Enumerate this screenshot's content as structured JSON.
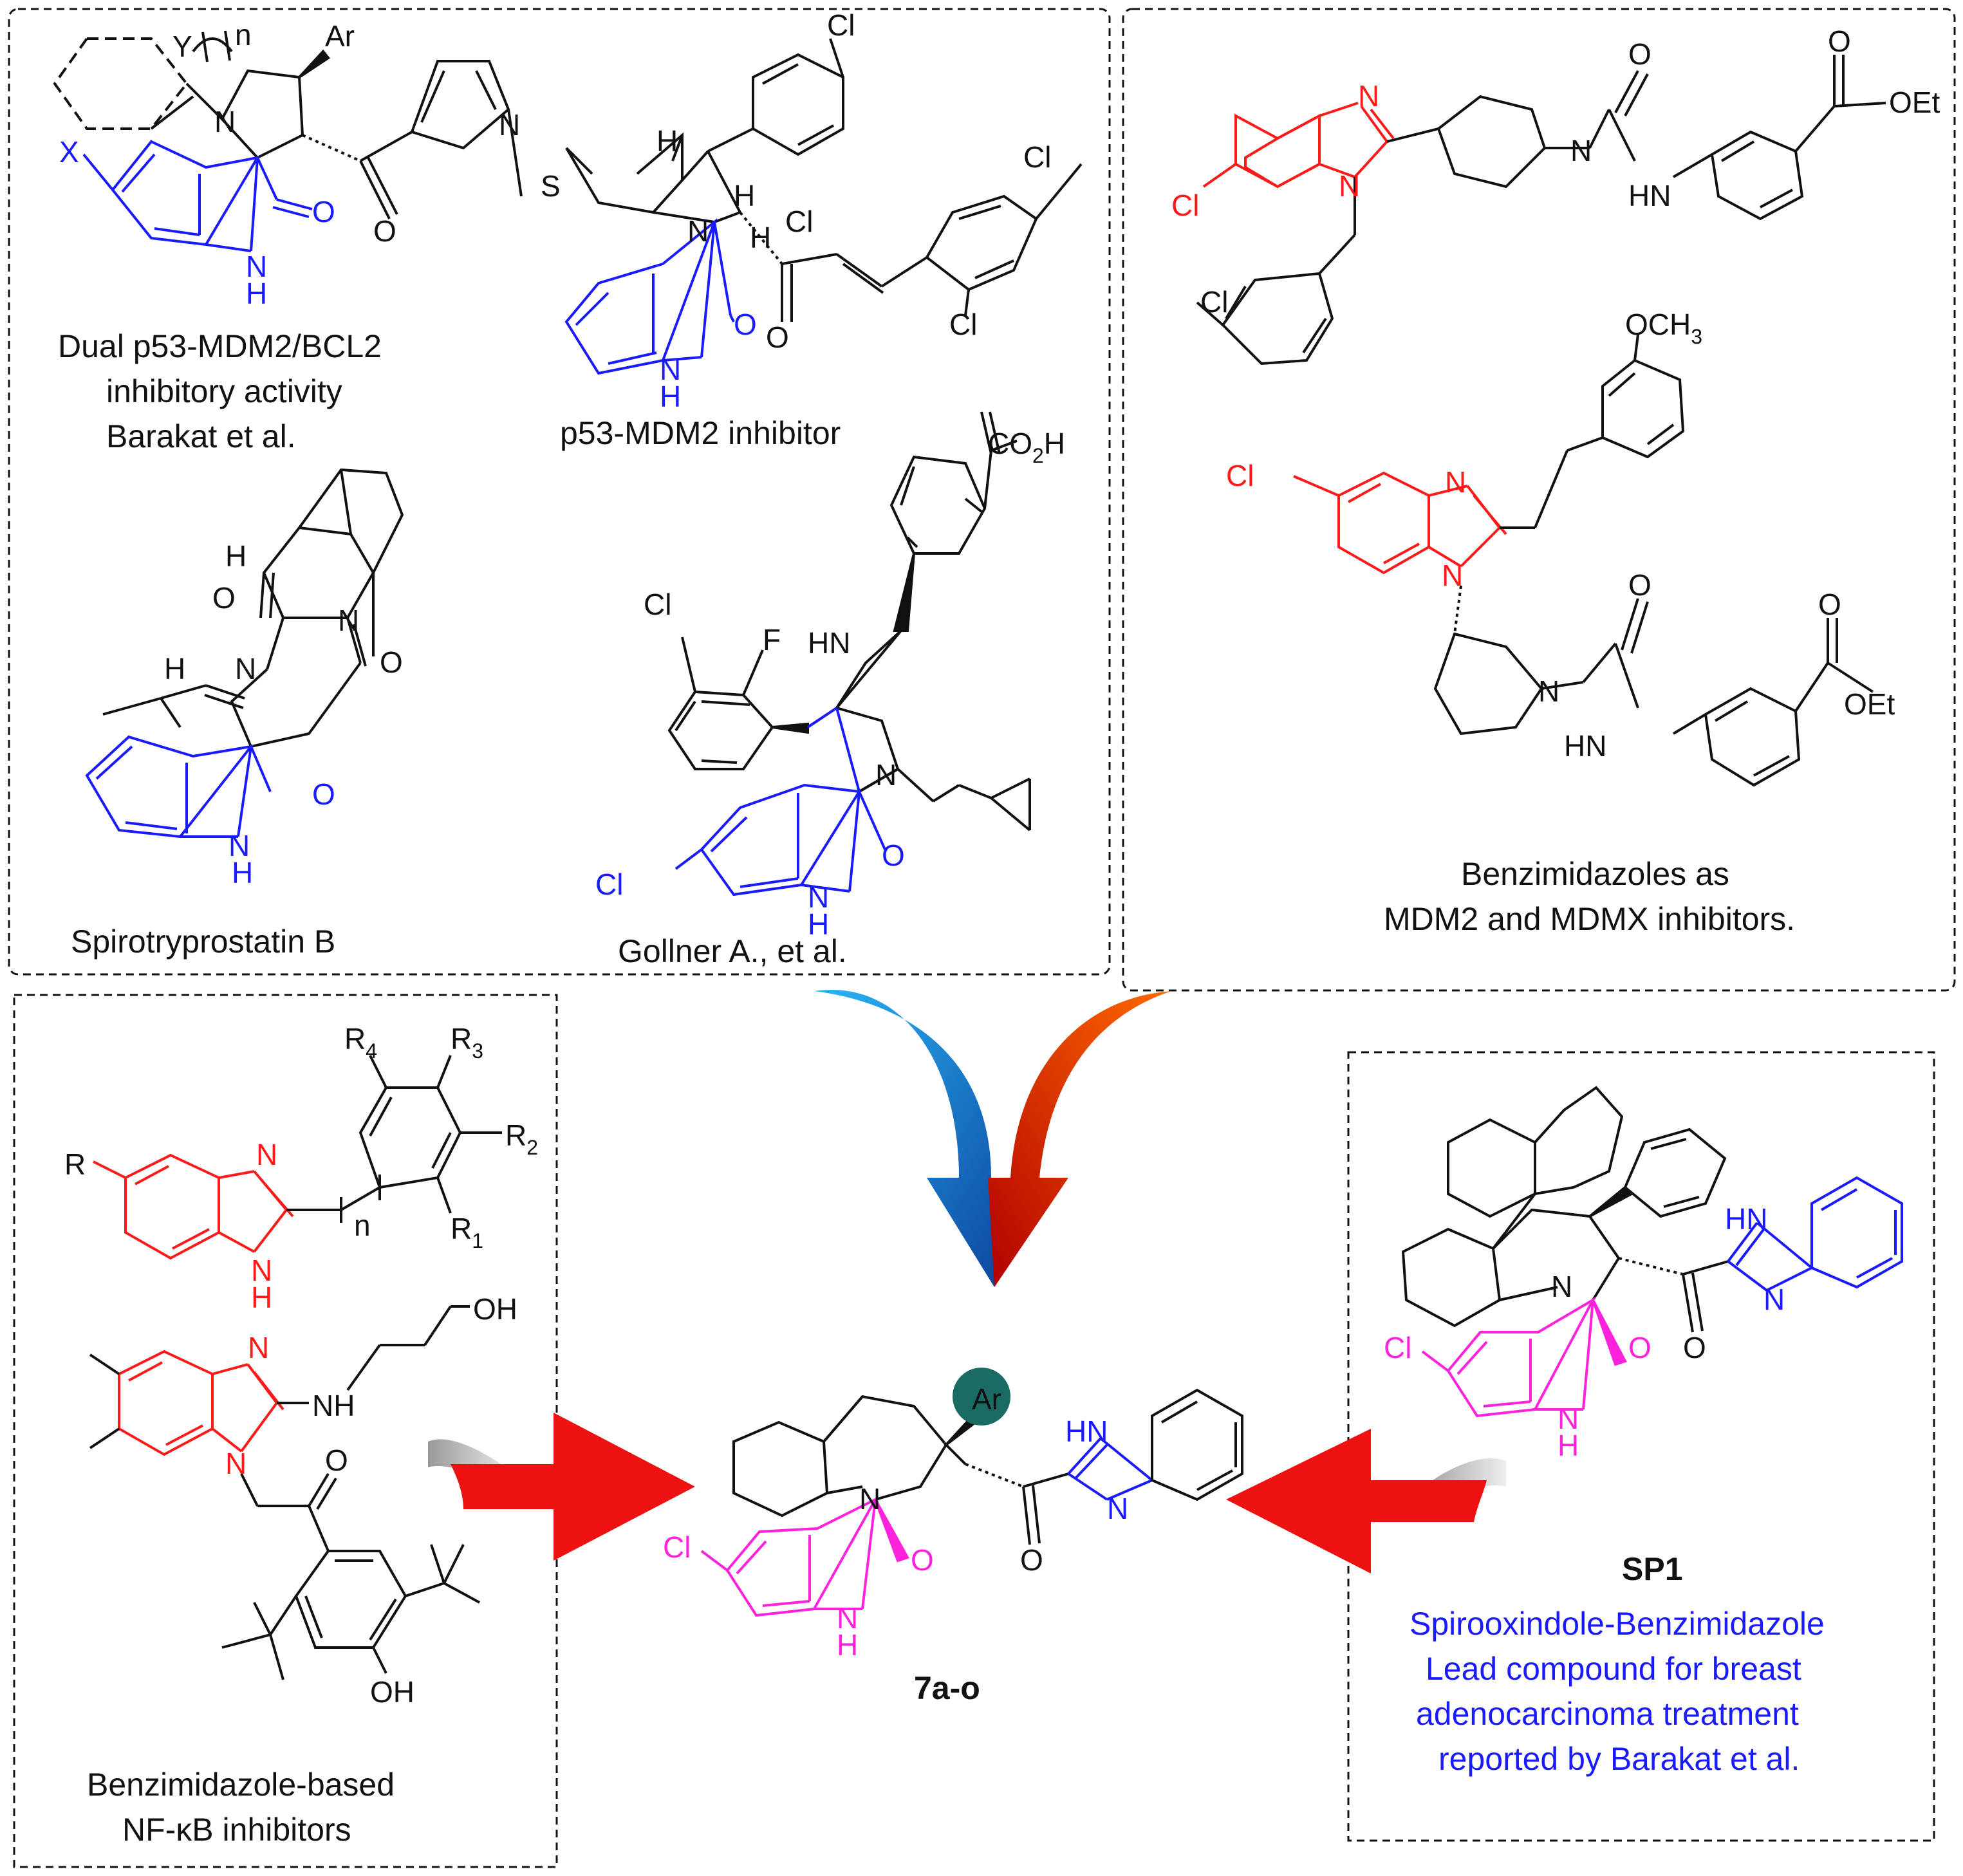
{
  "colors": {
    "black": "#111111",
    "blue": "#1a1aff",
    "red": "#ff1a1a",
    "magenta": "#ff22dd",
    "teal": "#1a6b63",
    "arrow_red": "#ee1111",
    "arrow_blue_light": "#29b6f6",
    "arrow_blue_dark": "#0d47a1",
    "arrow_orange": "#ff6a00",
    "arrow_darkred": "#b10000"
  },
  "captions": {
    "dual_line1": "Dual p53-MDM2/BCL2",
    "dual_line2": "inhibitory activity",
    "dual_line3": "Barakat et al.",
    "p53_mdm2": "p53-MDM2 inhibitor",
    "spirotryprostatin": "Spirotryprostatin B",
    "gollner": "Gollner A., et al.",
    "benz_mdm_line1": "Benzimidazoles as",
    "benz_mdm_line2": "MDM2 and MDMX inhibitors.",
    "nfkb_line1": "Benzimidazole-based",
    "nfkb_line2": "NF-κB inhibitors",
    "target": "7a-o",
    "sp1_name": "SP1",
    "sp1_line1": "Spirooxindole-Benzimidazole",
    "sp1_line2": "Lead compound for breast",
    "sp1_line3": "adenocarcinoma treatment",
    "sp1_line4": "reported by Barakat et al."
  },
  "atoms": {
    "Y": "Y",
    "n": "n",
    "Ar": "Ar",
    "N": "N",
    "X": "X",
    "O": "O",
    "H": "H",
    "NH": "NH",
    "S": "S",
    "Cl": "Cl",
    "F": "F",
    "HN": "HN",
    "CO2H": "CO",
    "sub2": "2",
    "H_after": "H",
    "OEt": "OEt",
    "OCH3": "OCH",
    "sub3": "3",
    "OH": "OH",
    "R": "R",
    "R1": "R",
    "s1": "1",
    "R2": "R",
    "s2": "2",
    "R3": "R",
    "s3": "3",
    "R4": "R",
    "s4": "4"
  }
}
